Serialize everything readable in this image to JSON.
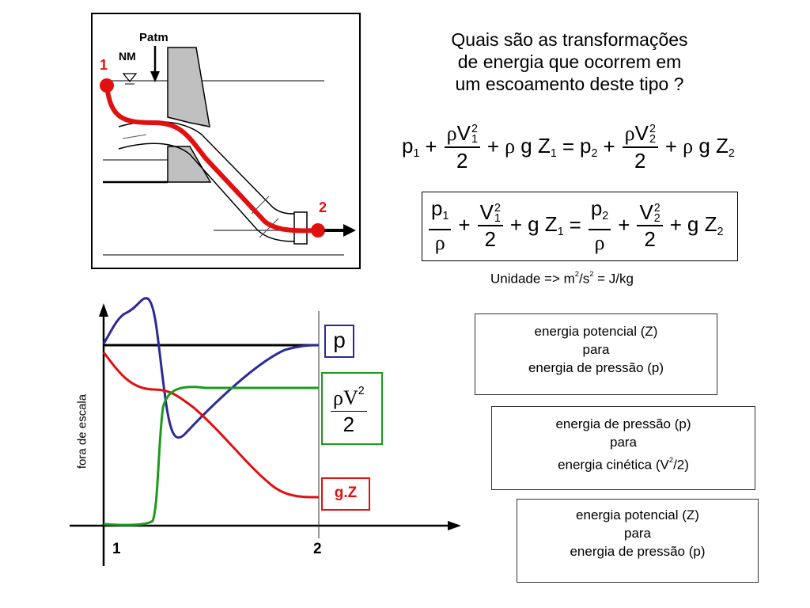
{
  "question": {
    "lines": [
      "Quais são as transformações",
      "de energia que ocorrem em",
      "um escoamento deste tipo ?"
    ]
  },
  "equation1": {
    "p1": "p",
    "s1": "1",
    "rho": "ρ",
    "V": "V",
    "sup2": "2",
    "den2": "2",
    "plus": "+",
    "equals": "=",
    "g": "g",
    "Z": "Z",
    "s2": "2"
  },
  "units": {
    "text": "Unidade => m",
    "sup": "2",
    "mid": "/s",
    "sup2": "2",
    "end": " = J/kg"
  },
  "diagram": {
    "patm": "Patm",
    "nm": "NM",
    "point1": "1",
    "point2": "2",
    "pipe_color": "#e01010",
    "reservoir_fill": "#c0c0c0"
  },
  "graph": {
    "y_label": "fora de escala",
    "x_ticks": [
      "1",
      "2"
    ],
    "label_p": "p",
    "label_kinetic_num": "ρV",
    "label_kinetic_sup": "2",
    "label_kinetic_den": "2",
    "label_gz": "g.Z",
    "colors": {
      "p": "#2a2a9a",
      "kinetic": "#1c9a1c",
      "gz": "#e01010"
    }
  },
  "boxes": [
    {
      "from": "energia potencial (Z)",
      "word": "para",
      "to": "energia de pressão (p)"
    },
    {
      "from": "energia de pressão (p)",
      "word": "para",
      "to": "energia cinética (V",
      "to_sup": "2",
      "to_end": "/2)"
    },
    {
      "from": "energia potencial (Z)",
      "word": "para",
      "to": "energia de pressão (p)"
    }
  ]
}
